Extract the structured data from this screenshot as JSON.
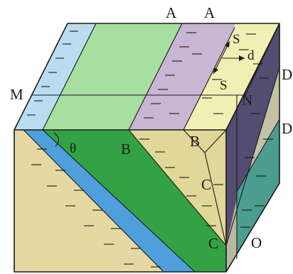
{
  "labels": {
    "a_left": "A",
    "a_right": "A",
    "m": "M",
    "n": "N",
    "d_upper": "D",
    "d_lower": "D",
    "b_front": "B",
    "b_inner": "B",
    "c_inner": "C",
    "c_bottom": "C",
    "o": "O",
    "theta": "θ",
    "s_upper": "S",
    "s_lower": "S",
    "d_arrow": "d"
  },
  "colors": {
    "top_blue": "#b9dcf0",
    "top_green": "#a7dfa0",
    "top_lavender": "#c8b6d3",
    "top_yellow": "#f1f0b4",
    "front_tan": "#e6d8a2",
    "front_blue": "#4f9fdc",
    "front_green": "#33a245",
    "front_yellow": "#e1d798",
    "right_grey": "#c3c2a6",
    "right_slate": "#544d72",
    "right_teal": "#4b9d8f",
    "stroke": "#1a1a1a"
  }
}
